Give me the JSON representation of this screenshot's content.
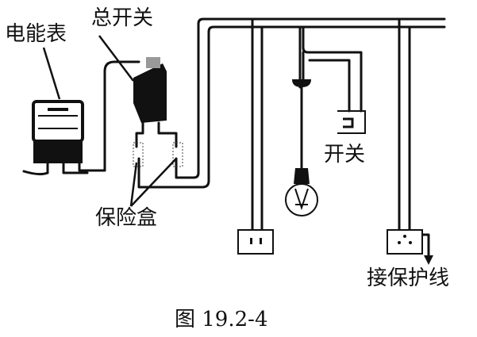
{
  "labels": {
    "meter": "电能表",
    "main_switch": "总开关",
    "fuse_box": "保险盒",
    "switch": "开关",
    "ground_wire": "接保护线"
  },
  "caption": "图 19.2-4",
  "components": [
    "electric-meter",
    "main-switch",
    "fuse-box-left",
    "fuse-box-right",
    "socket-two-pin",
    "lamp",
    "wall-switch",
    "socket-three-pin"
  ]
}
